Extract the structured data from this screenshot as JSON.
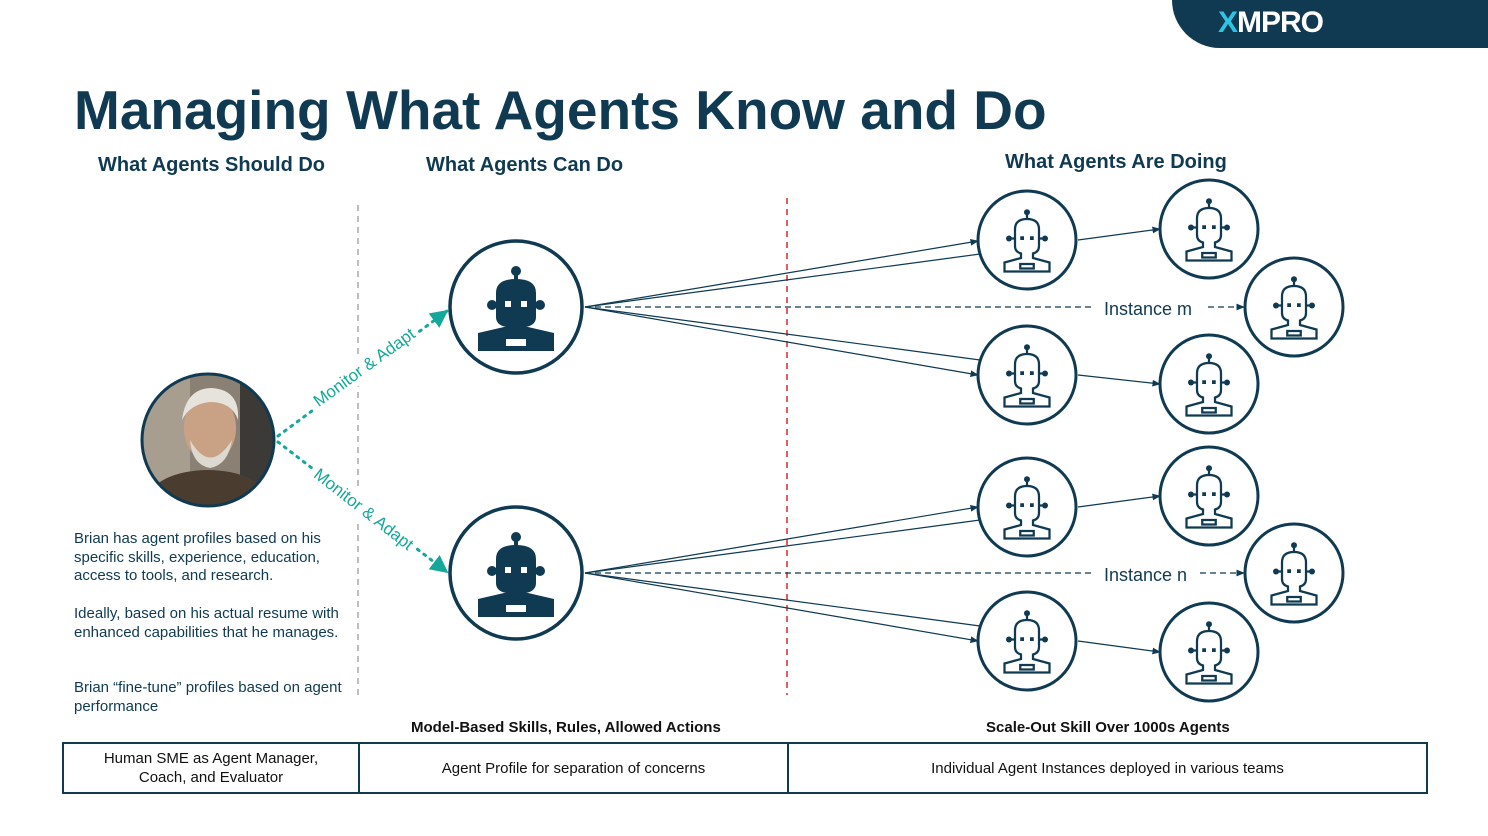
{
  "logo": {
    "x": "X",
    "rest": "MPRO"
  },
  "title": "Managing What Agents Know and Do",
  "columns": {
    "should": "What Agents Should Do",
    "can": "What Agents Can Do",
    "doing": "What Agents Are Doing"
  },
  "connector_labels": {
    "top": "Monitor & Adapt",
    "bottom": "Monitor & Adapt"
  },
  "instances": {
    "m": "Instance m",
    "n": "Instance n"
  },
  "description": [
    "Brian has agent profiles based on his specific skills, experience, education, access to tools, and research.",
    "Ideally, based on his actual resume with enhanced capabilities that he manages.",
    "Brian “fine-tune” profiles based on agent performance"
  ],
  "captions": {
    "middle": "Model-Based Skills, Rules, Allowed Actions",
    "right": "Scale-Out Skill Over 1000s Agents"
  },
  "table": [
    "Human SME as Agent Manager, Coach, and Evaluator",
    "Agent Profile for separation of concerns",
    "Individual Agent Instances deployed in various teams"
  ],
  "colors": {
    "navy": "#0f3a52",
    "teal": "#14a89a",
    "red": "#d9262b"
  }
}
